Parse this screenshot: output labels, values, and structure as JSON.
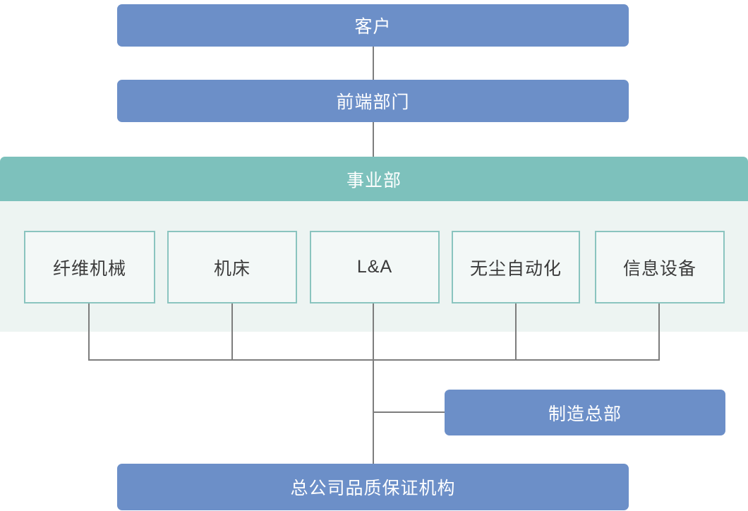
{
  "diagram": {
    "type": "organization-chart",
    "nodes": {
      "customer": {
        "label": "客户"
      },
      "frontend_department": {
        "label": "前端部门"
      },
      "business_division": {
        "label": "事业部"
      },
      "units": [
        {
          "label": "纤维机械"
        },
        {
          "label": "机床"
        },
        {
          "label": "L&A"
        },
        {
          "label": "无尘自动化"
        },
        {
          "label": "信息设备"
        }
      ],
      "manufacturing_hq": {
        "label": "制造总部"
      },
      "quality_assurance": {
        "label": "总公司品质保证机构"
      }
    },
    "colors": {
      "blue_box": "#6C8FC8",
      "teal_header": "#7DC1BC",
      "mint_panel": "#EDF4F2",
      "unit_fill": "#F3F8F7",
      "unit_border": "#8AC4BF",
      "connector_line": "#7D7D7D",
      "unit_text": "#3B3B3B",
      "box_text": "#FFFFFF"
    }
  }
}
